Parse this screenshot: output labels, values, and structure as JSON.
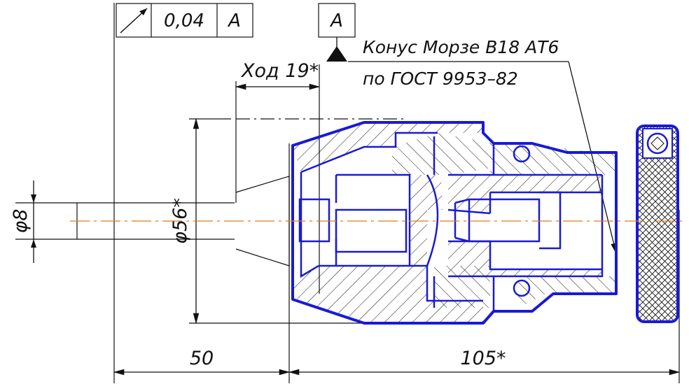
{
  "frame_runout": {
    "tolerance": "0,04",
    "datum": "A"
  },
  "datum_flag": {
    "label": "A"
  },
  "note": {
    "line1": "Конус Морзе В18 АТ6",
    "line2": "по ГОСТ 9953–82"
  },
  "dimensions": {
    "stroke": "Ход 19*",
    "diameter_8": "φ8",
    "diameter_56": "φ56*",
    "length_50": "50",
    "length_105": "105*"
  },
  "colors": {
    "body": "#1a1ad4",
    "axis": "#e07a1a",
    "lines": "#111111"
  }
}
